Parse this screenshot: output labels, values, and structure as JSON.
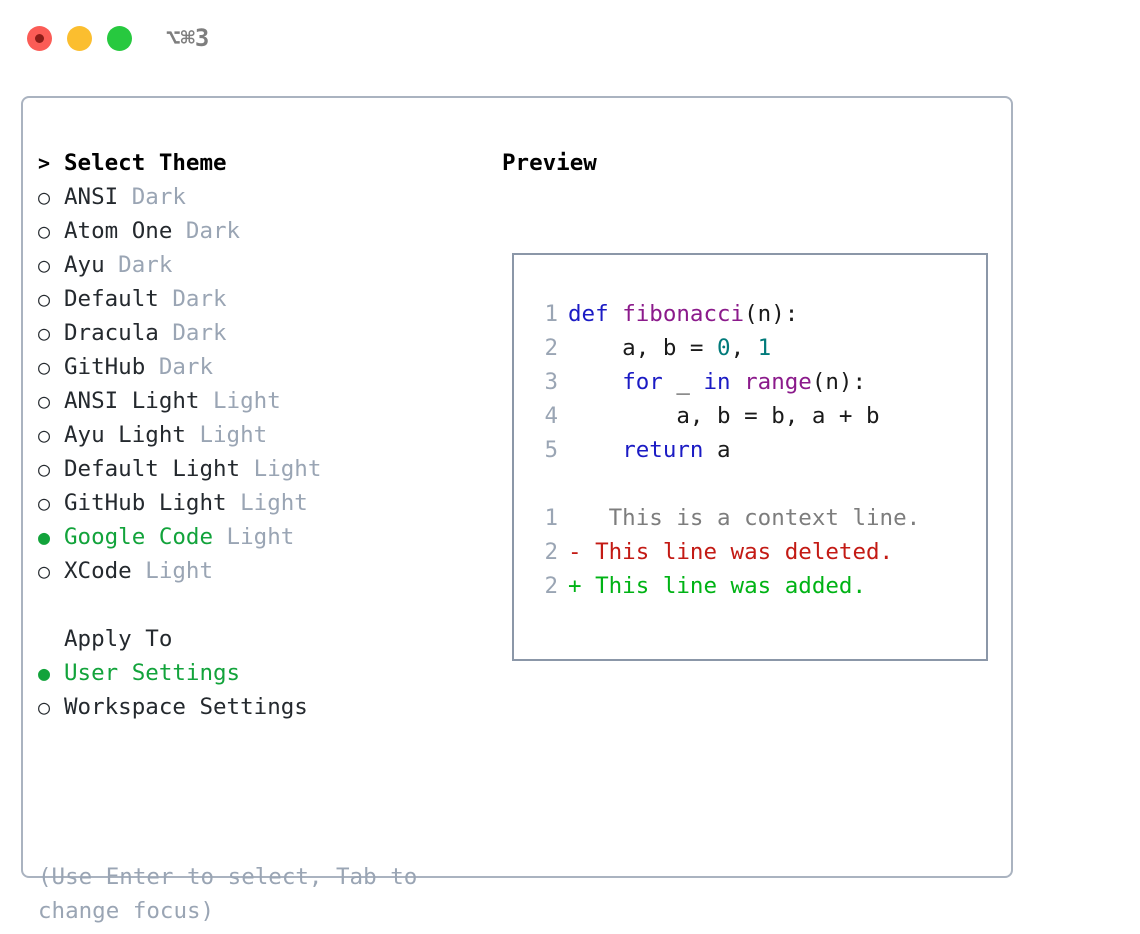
{
  "window": {
    "shortcut": "⌥⌘3",
    "traffic_lights": [
      {
        "name": "close",
        "color": "#fb5c56"
      },
      {
        "name": "minimize",
        "color": "#fbbe2f"
      },
      {
        "name": "maximize",
        "color": "#27c93f"
      }
    ]
  },
  "theme_picker": {
    "header": "Select Theme",
    "header_prefix": ">",
    "marker_selected": "●",
    "marker_unselected": "○",
    "accent_color": "#12a33b",
    "suffix_color": "#9aa5b4",
    "items": [
      {
        "name": "ANSI",
        "suffix": "Dark",
        "selected": false
      },
      {
        "name": "Atom One",
        "suffix": "Dark",
        "selected": false
      },
      {
        "name": "Ayu",
        "suffix": "Dark",
        "selected": false
      },
      {
        "name": "Default",
        "suffix": "Dark",
        "selected": false
      },
      {
        "name": "Dracula",
        "suffix": "Dark",
        "selected": false
      },
      {
        "name": "GitHub",
        "suffix": "Dark",
        "selected": false
      },
      {
        "name": "ANSI Light",
        "suffix": "Light",
        "selected": false
      },
      {
        "name": "Ayu Light",
        "suffix": "Light",
        "selected": false
      },
      {
        "name": "Default Light",
        "suffix": "Light",
        "selected": false
      },
      {
        "name": "GitHub Light",
        "suffix": "Light",
        "selected": false
      },
      {
        "name": "Google Code",
        "suffix": "Light",
        "selected": true
      },
      {
        "name": "XCode",
        "suffix": "Light",
        "selected": false
      }
    ]
  },
  "apply_to": {
    "header": "Apply To",
    "items": [
      {
        "name": "User Settings",
        "selected": true
      },
      {
        "name": "Workspace Settings",
        "selected": false
      }
    ]
  },
  "hint": "(Use Enter to select, Tab to change focus)",
  "preview": {
    "title": "Preview",
    "code_lines": [
      {
        "number": "1",
        "tokens": [
          {
            "t": "def",
            "c": "kw"
          },
          {
            "t": " ",
            "c": "pln"
          },
          {
            "t": "fibonacci",
            "c": "fn"
          },
          {
            "t": "(n):",
            "c": "pln"
          }
        ]
      },
      {
        "number": "2",
        "tokens": [
          {
            "t": "    a, b = ",
            "c": "pln"
          },
          {
            "t": "0",
            "c": "num"
          },
          {
            "t": ", ",
            "c": "pln"
          },
          {
            "t": "1",
            "c": "num"
          }
        ]
      },
      {
        "number": "3",
        "tokens": [
          {
            "t": "    ",
            "c": "pln"
          },
          {
            "t": "for",
            "c": "kw"
          },
          {
            "t": " _ ",
            "c": "pln"
          },
          {
            "t": "in",
            "c": "kw"
          },
          {
            "t": " ",
            "c": "pln"
          },
          {
            "t": "range",
            "c": "fn"
          },
          {
            "t": "(n):",
            "c": "pln"
          }
        ]
      },
      {
        "number": "4",
        "tokens": [
          {
            "t": "        a, b = b, a + b",
            "c": "pln"
          }
        ]
      },
      {
        "number": "5",
        "tokens": [
          {
            "t": "    ",
            "c": "pln"
          },
          {
            "t": "return",
            "c": "kw"
          },
          {
            "t": " a",
            "c": "pln"
          }
        ]
      }
    ],
    "diff_lines": [
      {
        "number": "1",
        "marker": " ",
        "text": "  This is a context line.",
        "kind": "ctx"
      },
      {
        "number": "2",
        "marker": "-",
        "text": " This line was deleted.",
        "kind": "del"
      },
      {
        "number": "2",
        "marker": "+",
        "text": " This line was added.",
        "kind": "add"
      }
    ]
  }
}
